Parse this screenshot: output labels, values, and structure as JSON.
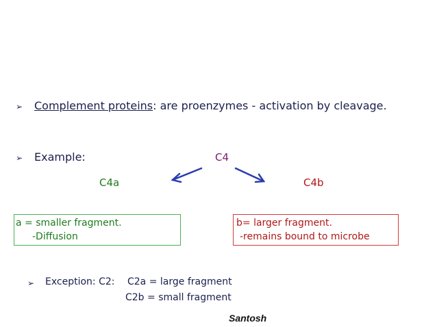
{
  "slide": {
    "bullet_glyph": "➢",
    "line1": {
      "term": "Complement proteins",
      "rest": ":  are proenzymes  -   activation by cleavage."
    },
    "example_label": "Example:",
    "parent": "C4",
    "left_fragment": "C4a",
    "right_fragment": "C4b",
    "box_a": {
      "line1": "a = smaller fragment.",
      "line2": "-Diffusion"
    },
    "box_b": {
      "line1": "b= larger fragment.",
      "line2": "-remains bound to microbe"
    },
    "exception": {
      "label": "Exception: C2:",
      "line1": "C2a = large fragment",
      "line2": "C2b = small fragment"
    },
    "author": "Santosh",
    "colors": {
      "text": "#1a1f4d",
      "c4": "#7a1a6e",
      "fragment_a": "#1f7a1f",
      "fragment_b": "#b01818",
      "arrow": "#2b3bb0"
    }
  }
}
